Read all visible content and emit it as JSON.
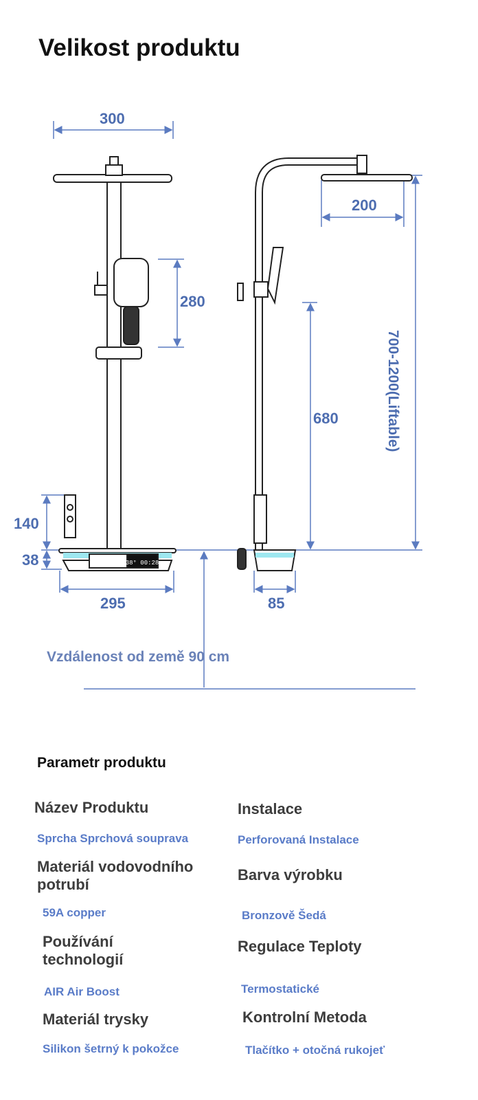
{
  "title": "Velikost produktu",
  "dimensions": {
    "head_width": "300",
    "side_arm": "200",
    "hand_shower": "280",
    "height_680": "680",
    "lift_range": "700-1200(Liftable)",
    "hand_unit": "140",
    "base_height": "38",
    "base_width": "295",
    "base_depth": "85",
    "display": "38° 00:28"
  },
  "distance_label": "Vzdálenost od země 90 cm",
  "colors": {
    "dimension": "#5b7bc0",
    "value": "#5a7cc8",
    "cyan": "#9ee8f0"
  },
  "specs": {
    "title": "Parametr produktu",
    "items": [
      {
        "label": "Název Produktu",
        "value": "Sprcha Sprchová souprava"
      },
      {
        "label": "Instalace",
        "value": "Perforovaná Instalace"
      },
      {
        "label": "Materiál vodovodního potrubí",
        "value": "59A copper"
      },
      {
        "label": "Barva výrobku",
        "value": "Bronzově Šedá"
      },
      {
        "label": "Používání technologií",
        "value": "AIR Air Boost"
      },
      {
        "label": "Regulace Teploty",
        "value": "Termostatické"
      },
      {
        "label": "Materiál trysky",
        "value": "Silikon šetrný k pokožce"
      },
      {
        "label": "Kontrolní Metoda",
        "value": "Tlačítko + otočná rukojeť"
      }
    ]
  }
}
